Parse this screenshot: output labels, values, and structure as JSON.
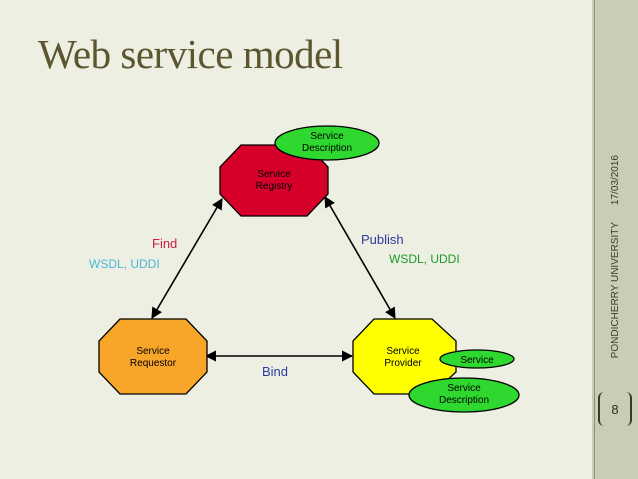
{
  "slide": {
    "title": "Web service model",
    "date": "17/03/2016",
    "institution": "PONDICHERRY UNIVERSITY",
    "page_number": "8"
  },
  "diagram": {
    "nodes": {
      "registry": {
        "line1": "Service",
        "line2": "Registry",
        "fill": "#d6002a"
      },
      "requestor": {
        "line1": "Service",
        "line2": "Requestor",
        "fill": "#f7a62a"
      },
      "provider": {
        "line1": "Service",
        "line2": "Provider",
        "fill": "#ffff00"
      }
    },
    "tags": {
      "registry_description": {
        "line1": "Service",
        "line2": "Description",
        "fill": "#2ed82e"
      },
      "provider_service": {
        "text": "Service",
        "fill": "#2ed82e"
      },
      "provider_description": {
        "line1": "Service",
        "line2": "Description",
        "fill": "#2ed82e"
      }
    },
    "edges": {
      "find": {
        "label": "Find",
        "sublabel": "WSDL, UDDI"
      },
      "publish": {
        "label": "Publish",
        "sublabel": "WSDL, UDDI"
      },
      "bind": {
        "label": "Bind"
      }
    },
    "colors": {
      "find_label": "#c81e3c",
      "publish_label": "#2c3aa0",
      "bind_label": "#2c3aa0",
      "wsdl_left": "#4fb6d8",
      "wsdl_right": "#1a9a2a"
    }
  }
}
